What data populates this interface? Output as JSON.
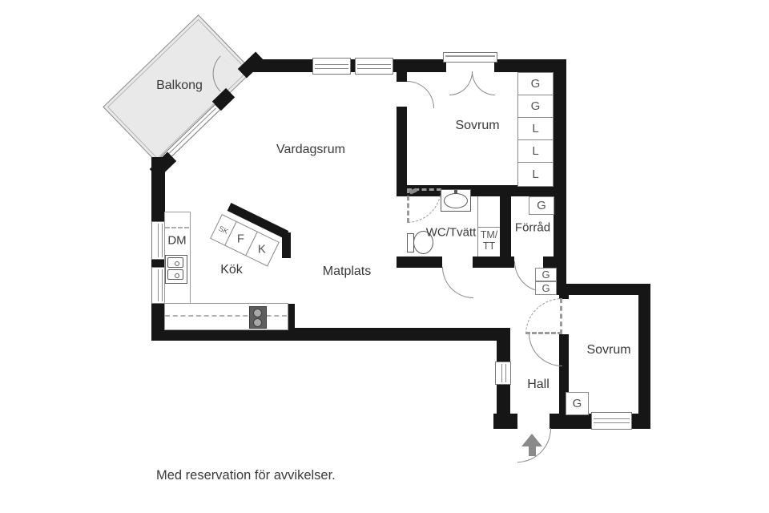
{
  "disclaimer": "Med reservation för avvikelser.",
  "rooms": {
    "balcony": "Balkong",
    "living_room": "Vardagsrum",
    "bedroom_top": "Sovrum",
    "kitchen": "Kök",
    "dining": "Matplats",
    "wc_laundry": "WC/Tvätt",
    "storage": "Förråd",
    "hall": "Hall",
    "bedroom_bottom": "Sovrum"
  },
  "labels": {
    "dishwasher": "DM",
    "tall_cabinet": "SK",
    "freezer": "F",
    "fridge": "K",
    "washer_line1": "TM/",
    "washer_line2": "TT"
  },
  "closets": {
    "bedroom_top": [
      "G",
      "G",
      "L",
      "L",
      "L"
    ],
    "storage": [
      "G"
    ],
    "hall": [
      "G",
      "G"
    ],
    "bedroom_bottom": [
      "G"
    ]
  },
  "colors": {
    "wall": "#161616",
    "balcony_fill": "#e9e9e9",
    "line": "#8a8a8a",
    "entry_arrow": "#8a8a8a",
    "text": "#3a3a3a"
  }
}
